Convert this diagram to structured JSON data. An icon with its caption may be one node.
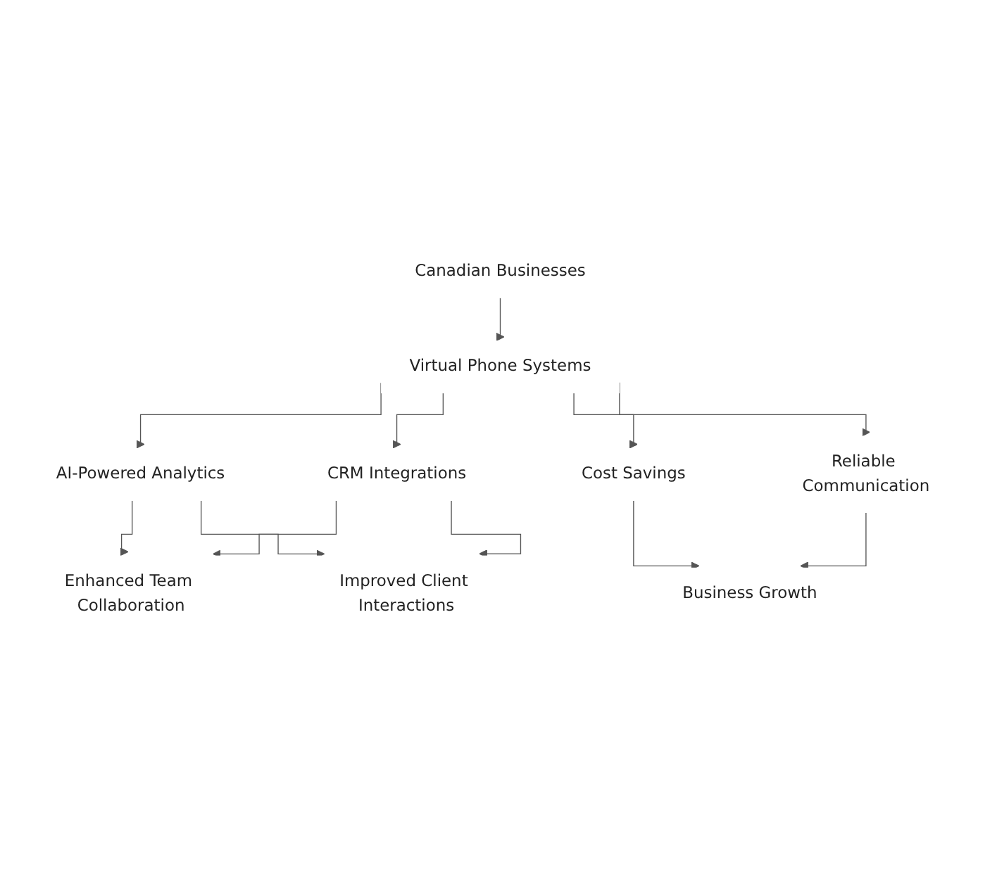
{
  "diagram": {
    "nodes": [
      {
        "text": [
          "Canadian Businesses"
        ]
      },
      {
        "text": [
          "Virtual Phone Systems"
        ]
      },
      {
        "text": [
          "AI-Powered Analytics"
        ]
      },
      {
        "text": [
          "CRM Integrations"
        ]
      },
      {
        "text": [
          "Cost Savings"
        ]
      },
      {
        "text": [
          "Reliable Communication"
        ]
      },
      {
        "text": [
          "Enhanced Team Collaboration"
        ]
      },
      {
        "text": [
          "Improved Client Interactions"
        ]
      },
      {
        "text": [
          "Business Growth"
        ]
      }
    ],
    "edges": [
      {
        "from": 0,
        "to": 1,
        "arrow": "to"
      },
      {
        "from": 1,
        "to": 2,
        "arrow": "to"
      },
      {
        "from": 1,
        "to": 3,
        "arrow": "to"
      },
      {
        "from": 1,
        "to": 4,
        "arrow": "to"
      },
      {
        "from": 1,
        "to": 5,
        "arrow": "to"
      },
      {
        "from": 2,
        "to": 6,
        "arrow": "to"
      },
      {
        "from": 2,
        "to": 7,
        "arrow": "to"
      },
      {
        "from": 3,
        "to": 6,
        "arrow": "to"
      },
      {
        "from": 3,
        "to": 7,
        "arrow": "to"
      },
      {
        "from": 4,
        "to": 8,
        "arrow": "to"
      },
      {
        "from": 5,
        "to": 8,
        "arrow": "to"
      }
    ]
  }
}
